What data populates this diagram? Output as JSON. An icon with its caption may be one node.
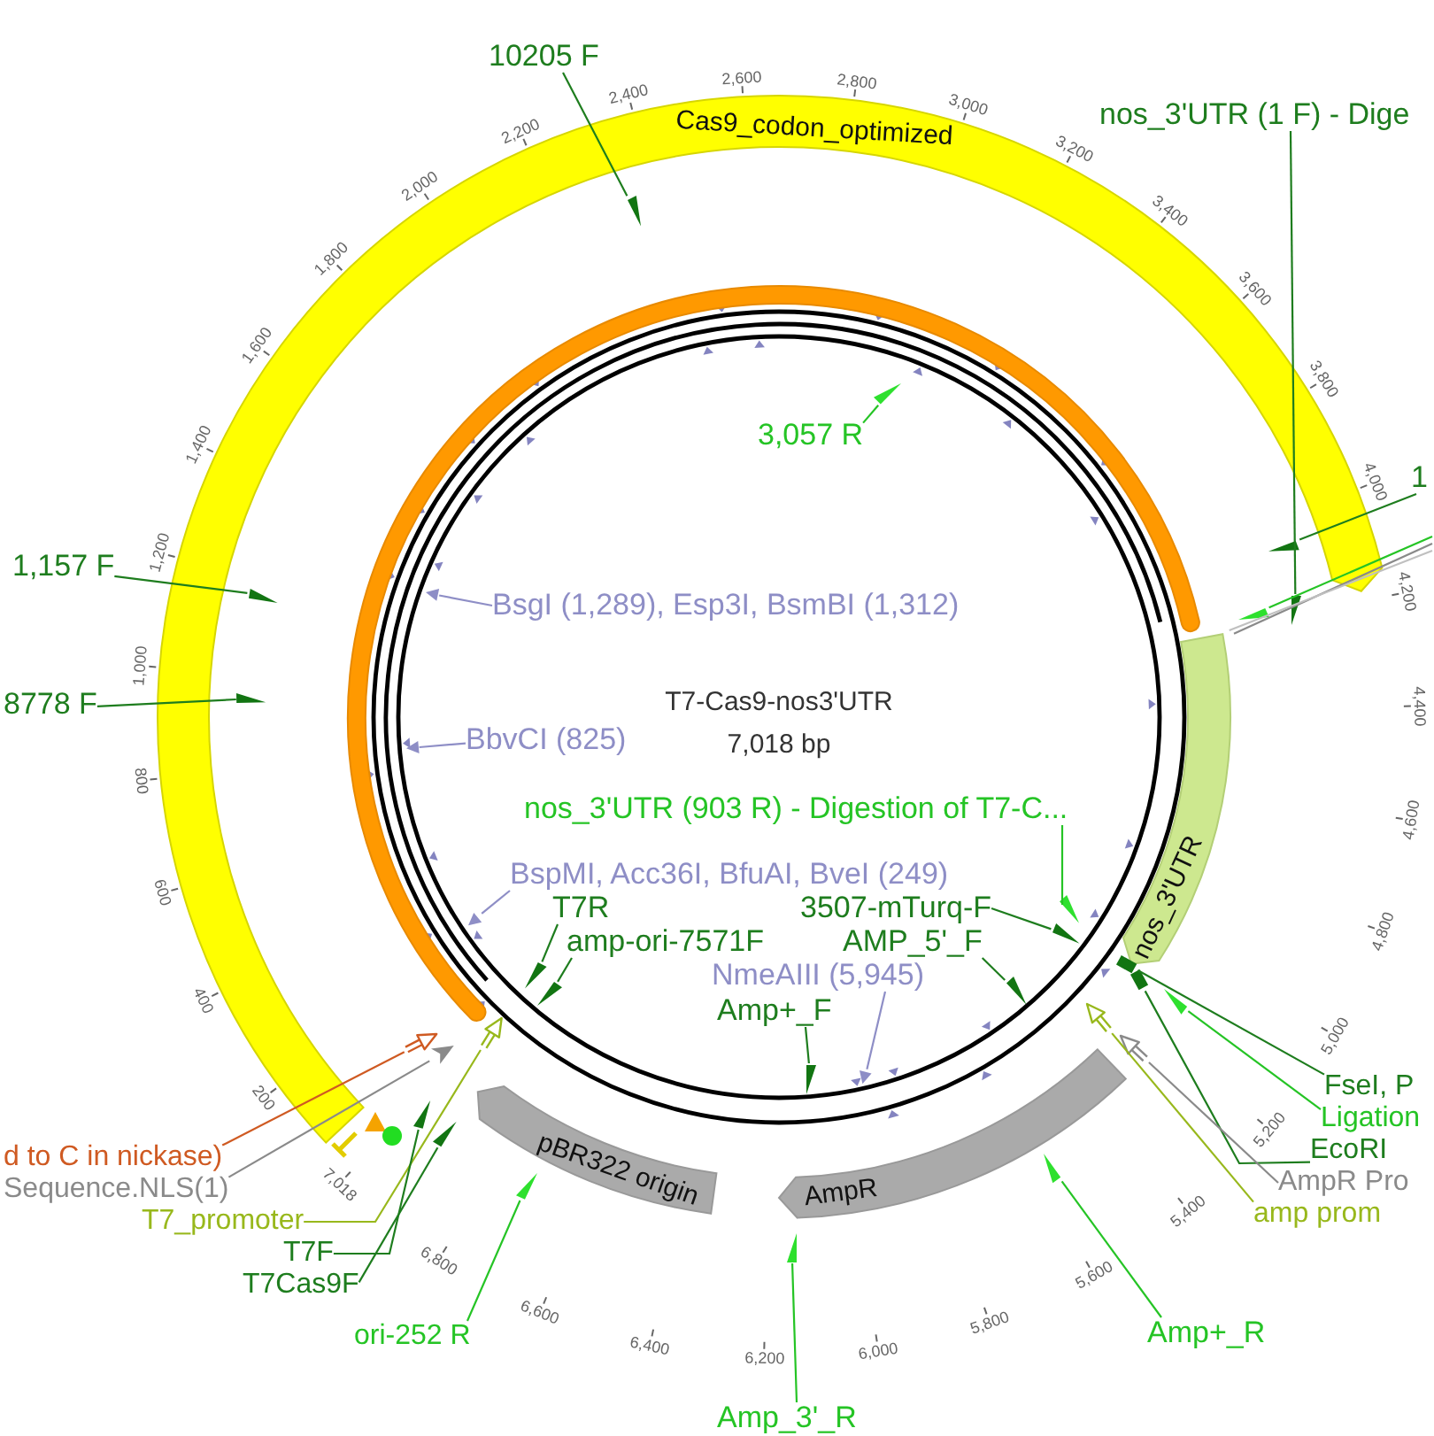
{
  "diagram": {
    "title": "T7-Cas9-nos3'UTR",
    "nodes": [
      {
        "text": [
          "Cas9_codon_optimized"
        ]
      },
      {
        "text": [],
        "shape": "arc"
      },
      {
        "text": [
          "nos_3'UTR"
        ]
      },
      {
        "text": [
          "pBR322 origin"
        ]
      },
      {
        "text": [
          "AmpR"
        ]
      },
      {
        "text": [
          "10205 F"
        ]
      },
      {
        "text": [
          "nos_3'UTR (1 F) - Dige"
        ]
      },
      {
        "text": [
          "3,057 R"
        ]
      },
      {
        "text": [
          "1"
        ]
      },
      {
        "text": [
          "1,157 F"
        ]
      },
      {
        "text": [
          "BsgI (1,289), Esp3I, BsmBI (1,312)"
        ]
      },
      {
        "text": [
          "8778 F"
        ]
      },
      {
        "text": [
          "BbvCI (825)"
        ]
      },
      {
        "text": [
          "nos_3'UTR (903 R) - Digestion of T7-C..."
        ]
      },
      {
        "text": [
          "BspMI, Acc36I, BfuAI, BveI (249)"
        ]
      },
      {
        "text": [
          "T7R"
        ]
      },
      {
        "text": [
          "3507-mTurq-F"
        ]
      },
      {
        "text": [
          "amp-ori-7571F"
        ]
      },
      {
        "text": [
          "AMP_5'_F"
        ]
      },
      {
        "text": [
          "NmeAIII (5,945)"
        ]
      },
      {
        "text": [
          "Amp+_F"
        ]
      },
      {
        "text": [
          "FseI, P"
        ]
      },
      {
        "text": [
          "Ligation"
        ]
      },
      {
        "text": [
          "d to C in nickase)"
        ]
      },
      {
        "text": [
          "EcoRI"
        ]
      },
      {
        "text": [
          "Sequence.NLS(1)"
        ]
      },
      {
        "text": [
          "AmpR Pro"
        ]
      },
      {
        "text": [
          "T7_promoter"
        ]
      },
      {
        "text": [
          "amp prom"
        ]
      },
      {
        "text": [
          "T7F"
        ]
      },
      {
        "text": [
          "T7Cas9F"
        ]
      },
      {
        "text": [
          "ori-252 R"
        ]
      },
      {
        "text": [
          "Amp+_R"
        ]
      },
      {
        "text": [
          "Amp_3'_R"
        ]
      },
      {
        "text": [],
        "shape": "arrow"
      },
      {
        "text": [],
        "shape": "arrow"
      },
      {
        "text": [],
        "shape": "arrow"
      },
      {
        "text": [],
        "shape": "arrow"
      },
      {
        "text": [],
        "shape": "arrow"
      },
      {
        "text": [],
        "shape": "arrow"
      },
      {
        "text": [],
        "shape": "arrow"
      },
      {
        "text": [],
        "shape": "arrow"
      },
      {
        "text": [],
        "shape": "arrow"
      },
      {
        "text": [],
        "shape": "arrow"
      },
      {
        "text": [],
        "shape": "arrow"
      },
      {
        "text": [],
        "shape": "arrow"
      },
      {
        "text": [],
        "shape": "arrow"
      },
      {
        "text": [],
        "shape": "box"
      },
      {
        "text": [],
        "shape": "arrow"
      },
      {
        "text": [],
        "shape": "arrow"
      },
      {
        "text": [],
        "shape": "box"
      },
      {
        "text": [],
        "shape": "arrow"
      },
      {
        "text": [],
        "shape": "arrow"
      },
      {
        "text": [],
        "shape": "arrow"
      },
      {
        "text": [],
        "shape": "arrow"
      },
      {
        "text": [],
        "shape": "arrow"
      },
      {
        "text": [],
        "shape": "arrow"
      },
      {
        "text": [],
        "shape": "arrow"
      },
      {
        "text": [],
        "shape": "arrow"
      },
      {
        "text": [],
        "shape": "arrow"
      },
      {
        "text": [],
        "shape": "triangle"
      },
      {
        "text": [],
        "shape": "triangle"
      },
      {
        "text": [],
        "shape": "triangle"
      },
      {
        "text": [],
        "shape": "triangle"
      }
    ],
    "edges": [
      {
        "from": 5,
        "to": 34,
        "arrow": "none"
      },
      {
        "from": 6,
        "to": 35,
        "arrow": "none"
      },
      {
        "from": 7,
        "to": 36,
        "arrow": "none",
        "color": "#25c425"
      },
      {
        "from": 8,
        "to": 37,
        "arrow": "none"
      },
      {
        "from": null,
        "to": 38,
        "arrow": "none",
        "color": "#25c425"
      },
      {
        "from": null,
        "to": 2,
        "arrow": "none",
        "color": "#8a8a8a"
      },
      {
        "from": null,
        "to": 2,
        "arrow": "none",
        "color": "#c0c0c0"
      },
      {
        "from": 9,
        "to": 39,
        "arrow": "none"
      },
      {
        "from": 10,
        "to": 60,
        "arrow": "none",
        "color": "#8e8ec6"
      },
      {
        "from": 11,
        "to": 40,
        "arrow": "none"
      },
      {
        "from": 12,
        "to": 61,
        "arrow": "none",
        "color": "#8e8ec6"
      },
      {
        "from": 13,
        "to": 41,
        "arrow": "none",
        "color": "#25c425"
      },
      {
        "from": 14,
        "to": 62,
        "arrow": "none",
        "color": "#8e8ec6"
      },
      {
        "from": 15,
        "to": 42,
        "arrow": "none"
      },
      {
        "from": 16,
        "to": 43,
        "arrow": "none"
      },
      {
        "from": 17,
        "to": 44,
        "arrow": "none"
      },
      {
        "from": 18,
        "to": 45,
        "arrow": "none"
      },
      {
        "from": 19,
        "to": 63,
        "arrow": "none",
        "color": "#8e8ec6"
      },
      {
        "from": 20,
        "to": 46,
        "arrow": "none"
      },
      {
        "from": 21,
        "to": 47,
        "arrow": "none"
      },
      {
        "from": 22,
        "to": 48,
        "arrow": "none",
        "color": "#25c425"
      },
      {
        "from": 23,
        "to": 49,
        "arrow": "none",
        "color": "#cf5a22"
      },
      {
        "from": 24,
        "to": 50,
        "arrow": "none"
      },
      {
        "from": 25,
        "to": 51,
        "arrow": "none",
        "color": "#8a8a8a"
      },
      {
        "from": 26,
        "to": 52,
        "arrow": "none",
        "color": "#8a8a8a"
      },
      {
        "from": 27,
        "to": 53,
        "arrow": "none",
        "color": "#98b81c"
      },
      {
        "from": 28,
        "to": 54,
        "arrow": "none",
        "color": "#98b81c"
      },
      {
        "from": 29,
        "to": 55,
        "arrow": "none"
      },
      {
        "from": 30,
        "to": 56,
        "arrow": "none"
      },
      {
        "from": 31,
        "to": 57,
        "arrow": "none",
        "color": "#25c425"
      },
      {
        "from": 32,
        "to": 58,
        "arrow": "none",
        "color": "#25c425"
      },
      {
        "from": 33,
        "to": 59,
        "arrow": "none",
        "color": "#25c425"
      }
    ],
    "labels": [
      "7,018 bp",
      "200",
      "400",
      "600",
      "800",
      "1,000",
      "1,200",
      "1,400",
      "1,600",
      "1,800",
      "2,000",
      "2,200",
      "2,400",
      "2,600",
      "2,800",
      "3,000",
      "3,200",
      "3,400",
      "3,600",
      "3,800",
      "4,000",
      "4,200",
      "4,400",
      "4,600",
      "4,800",
      "5,000",
      "5,200",
      "5,400",
      "5,600",
      "5,800",
      "6,000",
      "6,200",
      "6,400",
      "6,600",
      "6,800",
      "7,018"
    ]
  }
}
